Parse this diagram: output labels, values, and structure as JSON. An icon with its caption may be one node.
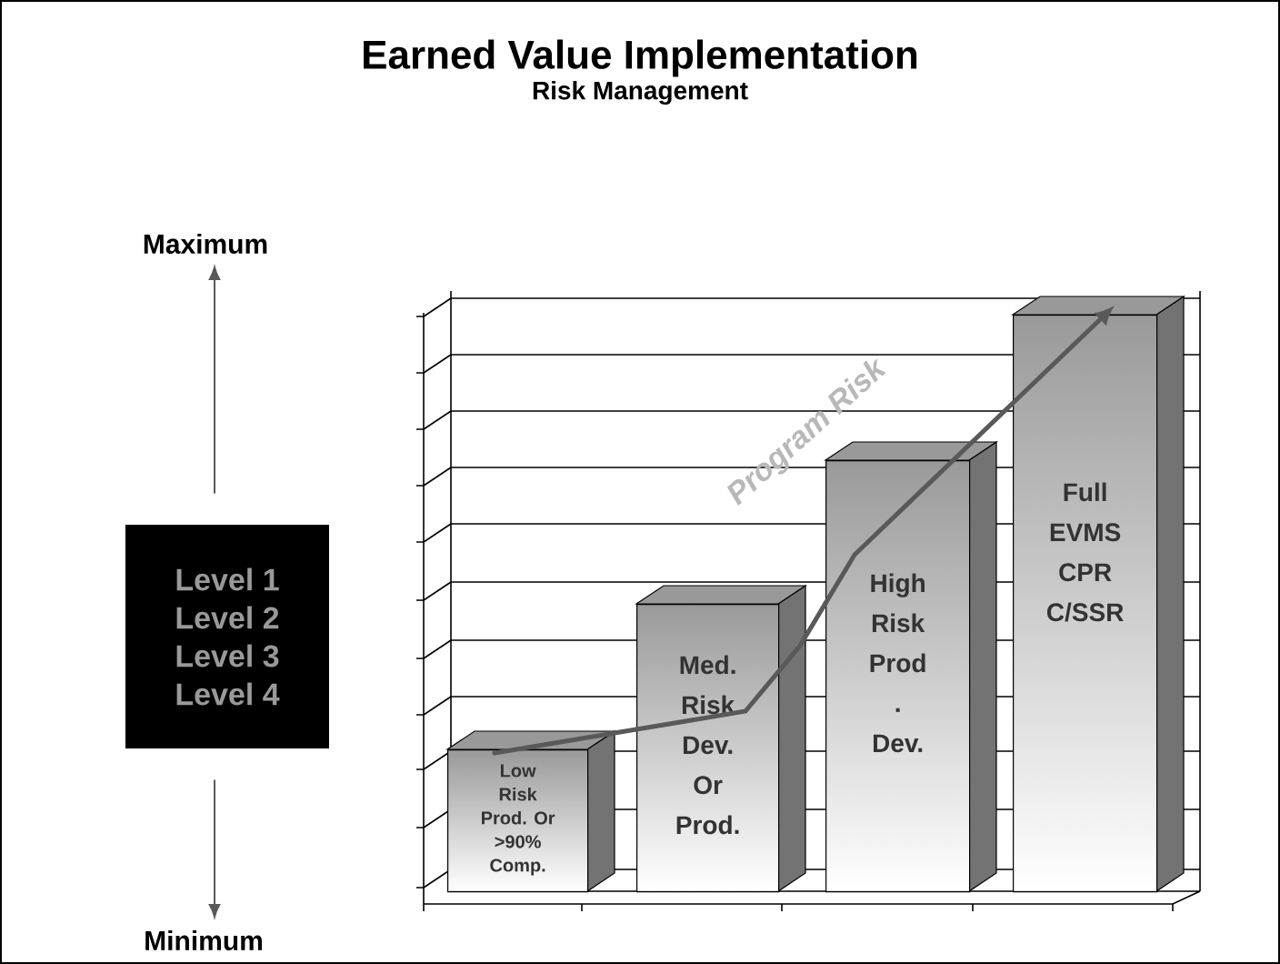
{
  "diagram": {
    "title": "Earned Value Implementation",
    "nodes": [
      {
        "text": [
          "Maximum"
        ]
      },
      {
        "text": [
          "Level 1",
          "Level 2",
          "Level 3",
          "Level 4"
        ]
      },
      {
        "text": [
          "Minimum"
        ]
      },
      {
        "text": [
          "Low Risk Prod. Or >90% Comp."
        ]
      },
      {
        "text": [
          "Med. Risk Dev. Or Prod."
        ]
      },
      {
        "text": [
          "High Risk Prod . Dev."
        ]
      },
      {
        "text": [
          "Full EVMS CPR C/SSR"
        ]
      }
    ],
    "edges": [
      {
        "from": 1,
        "to": 0,
        "arrow": "to"
      },
      {
        "from": 1,
        "to": 2,
        "arrow": "to"
      },
      {
        "from": 3,
        "to": 4,
        "arrow": "none"
      },
      {
        "from": 4,
        "to": 5,
        "arrow": "none"
      },
      {
        "from": 5,
        "to": 6,
        "arrow": "to"
      }
    ],
    "labels": [
      "Risk Management",
      "Program Risk"
    ]
  }
}
